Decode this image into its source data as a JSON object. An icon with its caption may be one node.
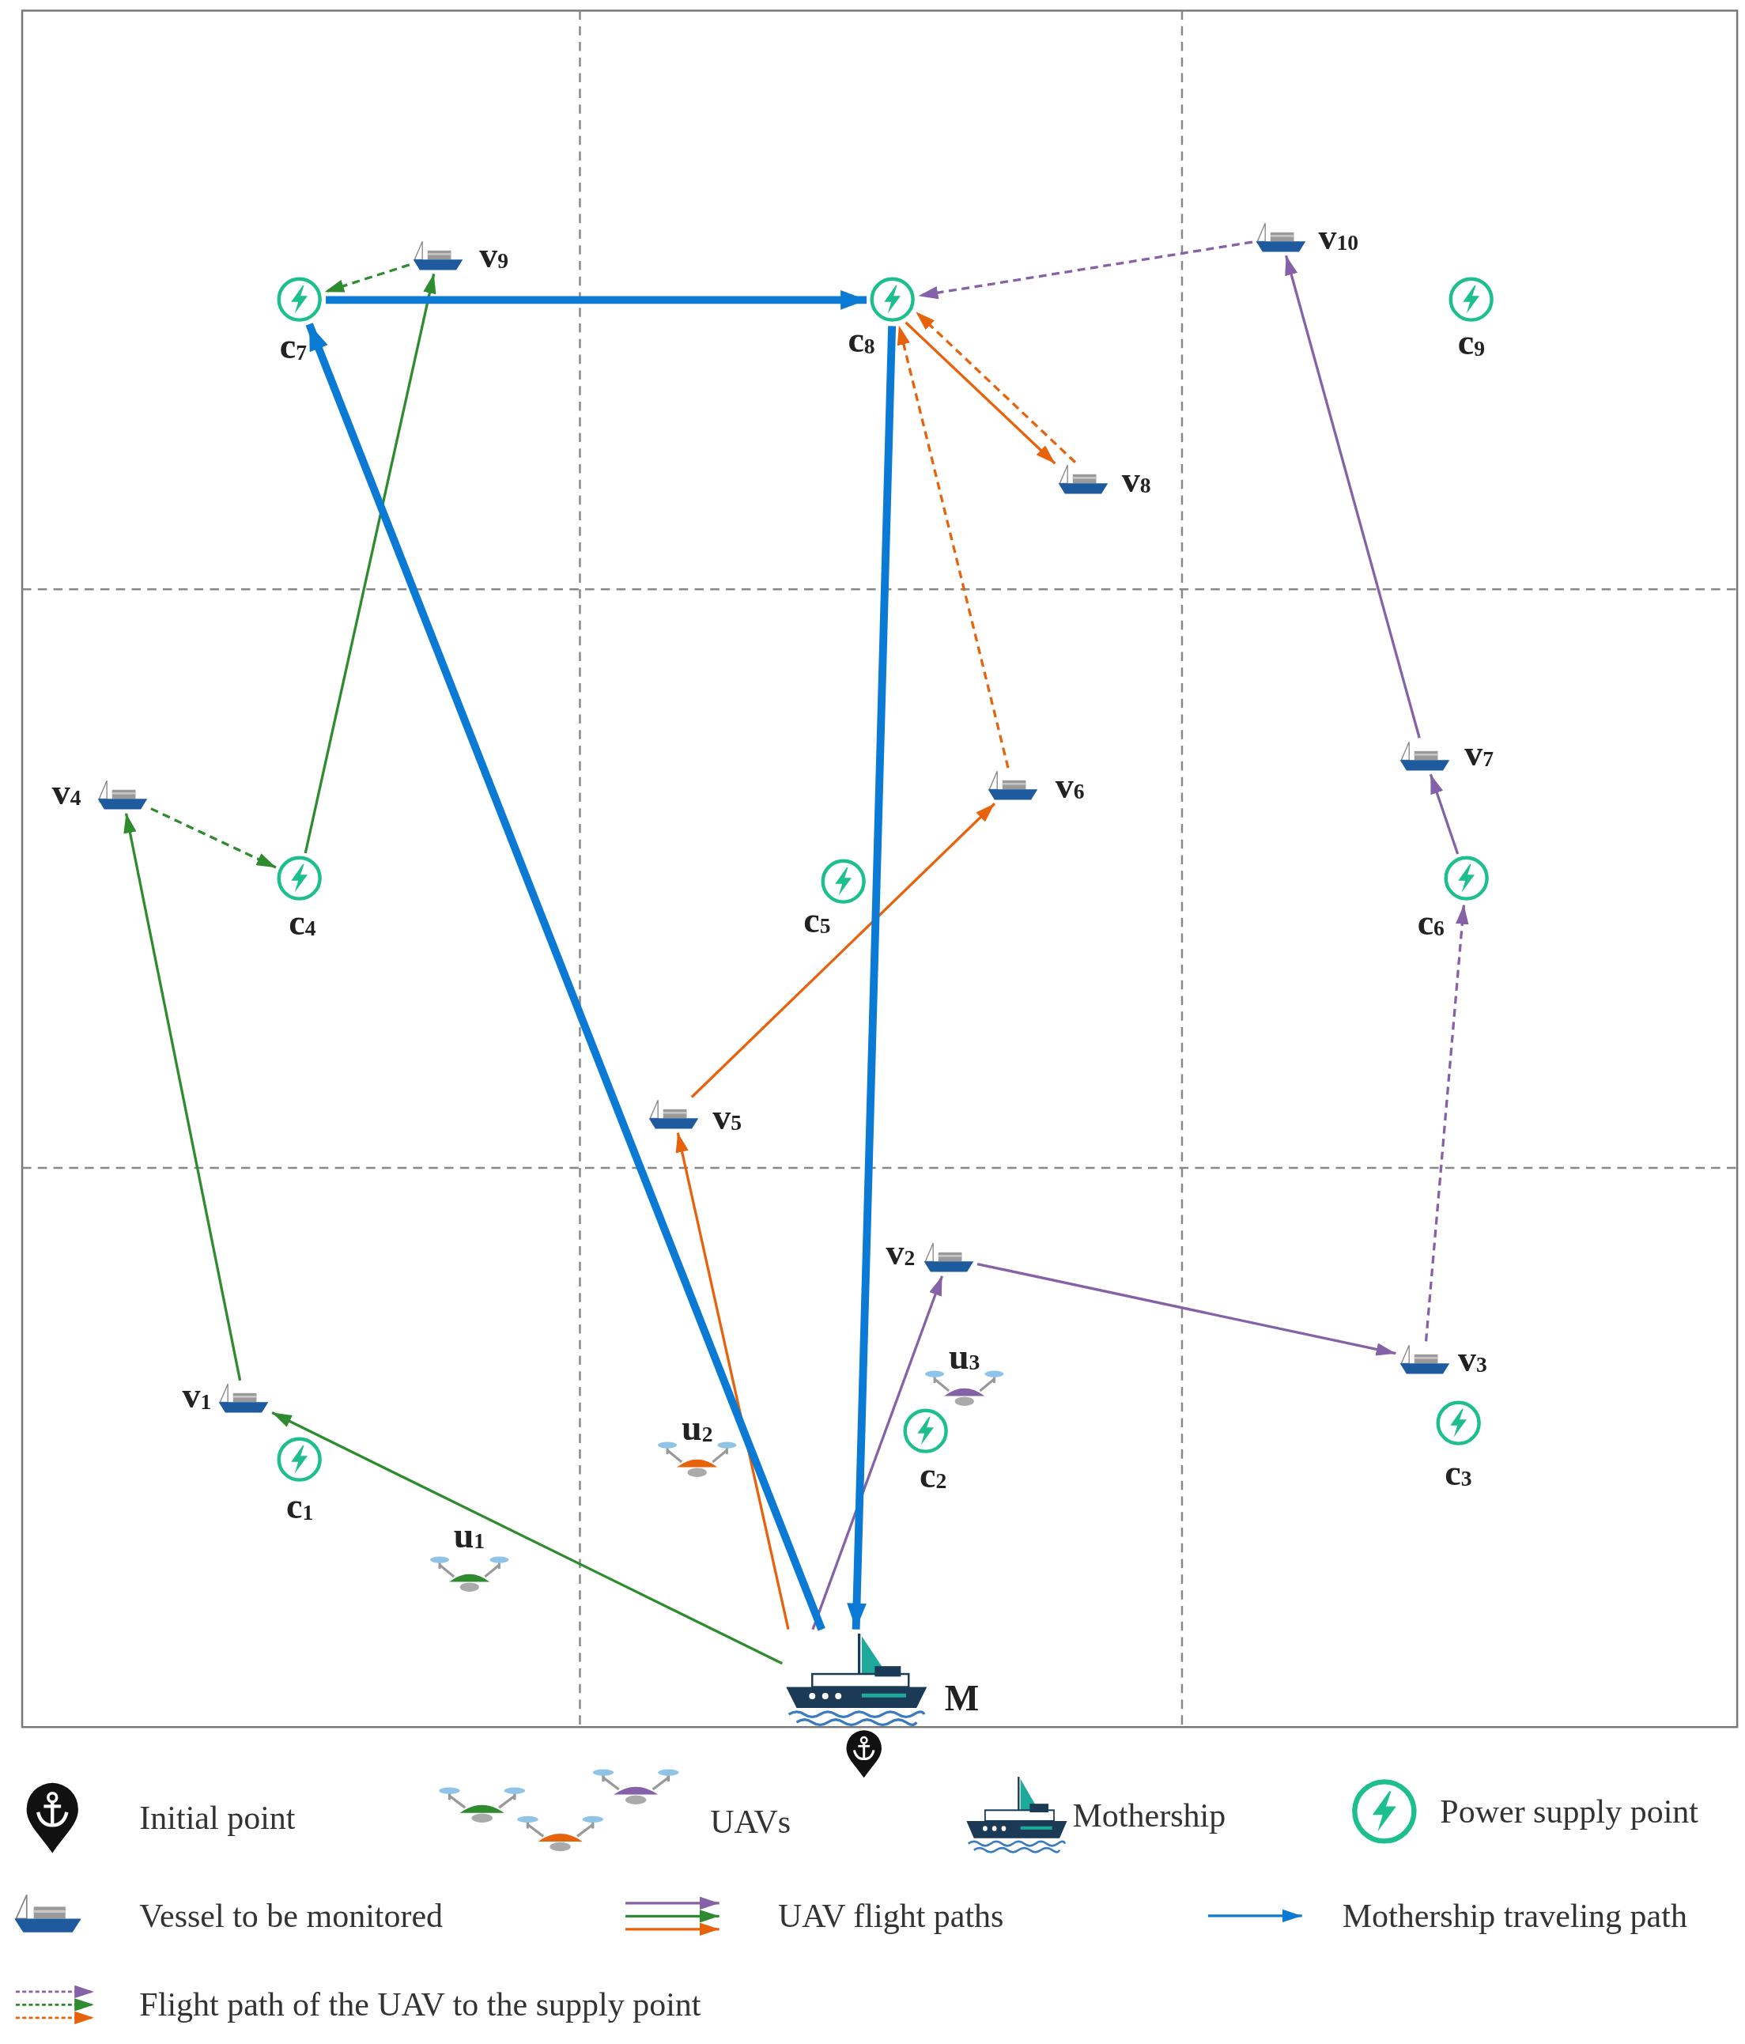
{
  "diagram": {
    "nodes": [
      {
        "text": [
          "v$_{9}$"
        ]
      },
      {
        "text": [
          "v$_{10}$"
        ]
      },
      {
        "text": [
          "c$_{7}$"
        ]
      },
      {
        "text": [
          "c$_{8}$"
        ]
      },
      {
        "text": [
          "c$_{9}$"
        ]
      },
      {
        "text": [
          "v$_{8}$"
        ]
      },
      {
        "text": [
          "v$_{4}$"
        ]
      },
      {
        "text": [
          "v$_{7}$"
        ]
      },
      {
        "text": [
          "v$_{6}$"
        ]
      },
      {
        "text": [
          "c$_{4}$"
        ]
      },
      {
        "text": [
          "c$_{5}$"
        ]
      },
      {
        "text": [
          "c$_{6}$"
        ]
      },
      {
        "text": [
          "v$_{5}$"
        ]
      },
      {
        "text": [
          "v$_{2}$"
        ]
      },
      {
        "text": [
          "v$_{3}$"
        ]
      },
      {
        "text": [
          "v$_{1}$"
        ]
      },
      {
        "text": [
          "c$_{1}$"
        ]
      },
      {
        "text": [
          "c$_{2}$"
        ]
      },
      {
        "text": [
          "c$_{3}$"
        ]
      },
      {
        "text": [
          "M"
        ]
      }
    ],
    "edges": [
      {
        "from": 19,
        "to": 15,
        "arrow": "to",
        "color": "#2e8b2e"
      },
      {
        "from": 15,
        "to": 6,
        "arrow": "to",
        "color": "#2e8b2e"
      },
      {
        "from": 6,
        "to": 9,
        "arrow": "to",
        "style": "dashed",
        "color": "#2e8b2e"
      },
      {
        "from": 9,
        "to": 0,
        "arrow": "to",
        "color": "#2e8b2e"
      },
      {
        "from": 0,
        "to": 2,
        "arrow": "to",
        "style": "dashed",
        "color": "#2e8b2e"
      },
      {
        "from": 19,
        "to": 12,
        "arrow": "to",
        "color": "#e8620c"
      },
      {
        "from": 12,
        "to": 8,
        "arrow": "to",
        "color": "#e8620c"
      },
      {
        "from": 8,
        "to": 3,
        "arrow": "to",
        "style": "dashed",
        "color": "#e8620c"
      },
      {
        "from": 3,
        "to": 5,
        "arrow": "to",
        "color": "#e8620c"
      },
      {
        "from": 5,
        "to": 3,
        "arrow": "to",
        "style": "dashed",
        "color": "#e8620c"
      },
      {
        "from": 19,
        "to": 13,
        "arrow": "to",
        "color": "#8562a8"
      },
      {
        "from": 13,
        "to": 14,
        "arrow": "to",
        "color": "#8562a8"
      },
      {
        "from": 14,
        "to": 11,
        "arrow": "to",
        "style": "dashed",
        "color": "#8562a8"
      },
      {
        "from": 11,
        "to": 7,
        "arrow": "to",
        "color": "#8562a8"
      },
      {
        "from": 7,
        "to": 1,
        "arrow": "to",
        "color": "#8562a8"
      },
      {
        "from": 1,
        "to": 3,
        "arrow": "to",
        "style": "dashed",
        "color": "#8562a8"
      },
      {
        "from": 19,
        "to": 2,
        "arrow": "to",
        "style": "thick",
        "color": "#0a7ad4"
      },
      {
        "from": 2,
        "to": 3,
        "arrow": "to",
        "style": "thick",
        "color": "#0a7ad4"
      },
      {
        "from": 3,
        "to": 19,
        "arrow": "to",
        "style": "thick",
        "color": "#0a7ad4"
      }
    ],
    "labels": [
      "u$_{1}$",
      "u$_{2}$",
      "u$_{3}$"
    ],
    "legend": [
      {
        "text": "Initial point"
      },
      {
        "text": "UAVs"
      },
      {
        "text": "Mothership"
      },
      {
        "text": "Power supply point"
      },
      {
        "text": "Vessel to be monitored"
      },
      {
        "text": "UAV flight paths"
      },
      {
        "text": "Mothership traveling path"
      },
      {
        "text": "Flight path of the UAV to the supply point"
      }
    ]
  }
}
